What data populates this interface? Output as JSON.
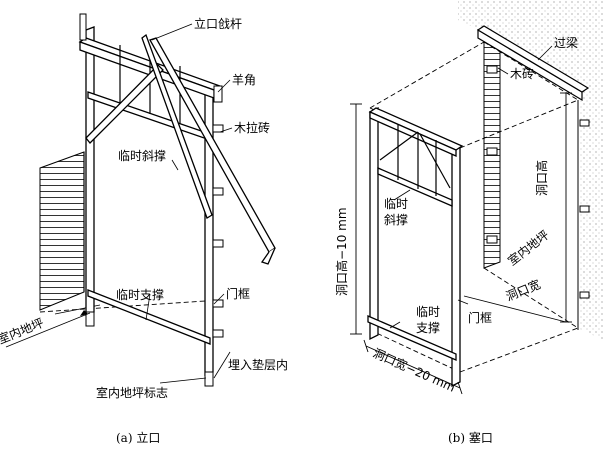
{
  "panel_a": {
    "caption": "(a) 立口",
    "labels": {
      "li_kou_qiang_gan": "立口戗杆",
      "yang_jiao": "羊角",
      "mu_la_zhuan": "木拉砖",
      "lin_shi_xie_cheng": "临时斜撑",
      "lin_shi_zhi_cheng": "临时支撑",
      "men_kuang": "门框",
      "shi_nei_di_ping": "室内地坪",
      "mai_ru_dian_ceng_nei": "埋入垫层内",
      "shi_nei_di_ping_biao_zhi": "室内地坪标志"
    }
  },
  "panel_b": {
    "caption": "(b) 塞口",
    "labels": {
      "guo_liang": "过梁",
      "mu_zhuan": "木砖",
      "dong_kou_gao": "洞口高",
      "shi_nei_di_ping": "室内地坪",
      "dong_kou_kuan": "洞口宽",
      "lin_shi_xie_cheng_1": "临时",
      "lin_shi_xie_cheng_2": "斜撑",
      "lin_shi_zhi_cheng_1": "临时",
      "lin_shi_zhi_cheng_2": "支撑",
      "men_kuang": "门框",
      "dong_kou_gao_minus": "洞口高−10 mm",
      "dong_kou_kuan_minus": "洞口宽−20 mm"
    }
  }
}
